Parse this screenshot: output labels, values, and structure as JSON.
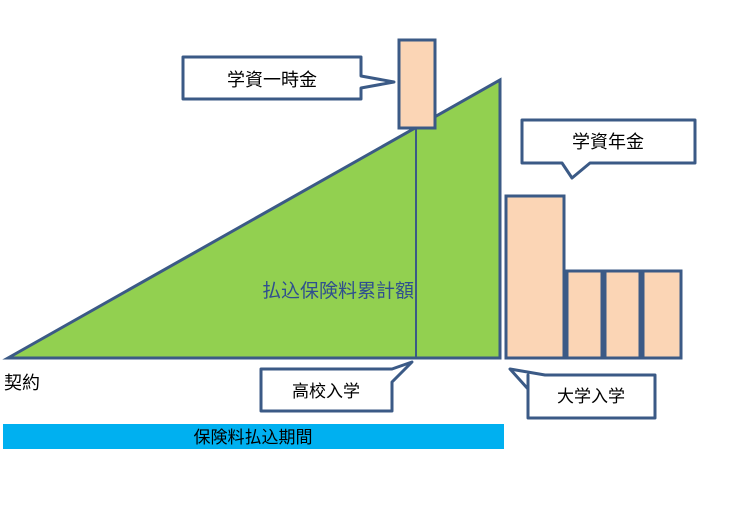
{
  "diagram": {
    "area_label": "払込保険料累計額",
    "contract_label": "契約",
    "lump_sum_label": "学資一時金",
    "annuity_label": "学資年金",
    "high_school_label": "高校入学",
    "university_label": "大学入学",
    "payment_period_label": "保険料払込期間"
  },
  "colors": {
    "triangle_fill": "#92d050",
    "box_fill": "#fbd5b5",
    "outline": "#3b5a86",
    "period_bar": "#00b0f0",
    "area_text": "#2f4f8f"
  }
}
